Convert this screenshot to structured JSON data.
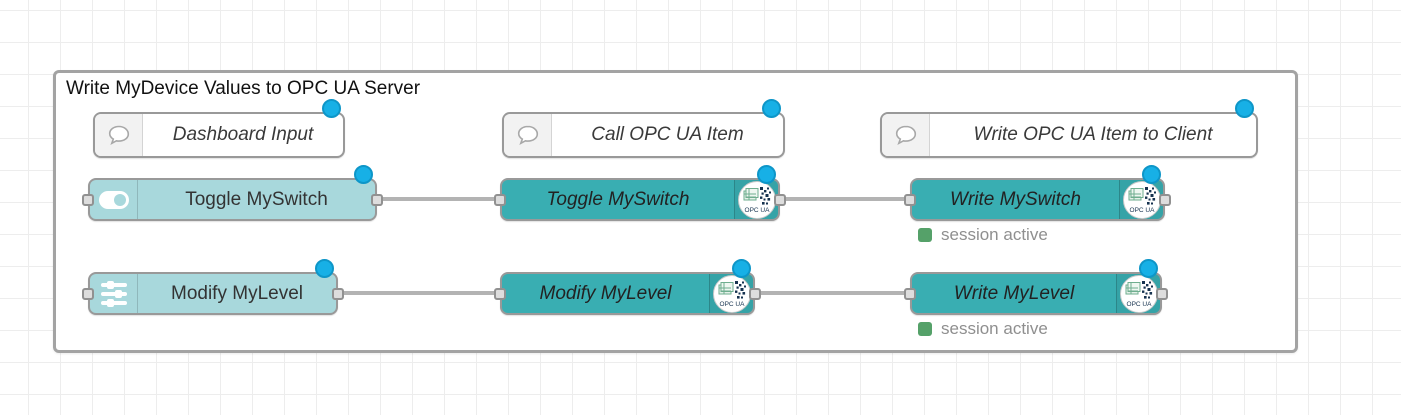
{
  "group": {
    "title": "Write MyDevice Values to OPC UA Server"
  },
  "comments": [
    {
      "label": "Dashboard Input"
    },
    {
      "label": "Call OPC UA Item"
    },
    {
      "label": "Write OPC UA Item to Client"
    }
  ],
  "nodes": {
    "toggle_in": {
      "label": "Toggle MySwitch"
    },
    "modify_in": {
      "label": "Modify MyLevel"
    },
    "toggle_call": {
      "label": "Toggle MySwitch",
      "badge": "OPC UA"
    },
    "modify_call": {
      "label": "Modify MyLevel",
      "badge": "OPC UA"
    },
    "write_switch": {
      "label": "Write MySwitch",
      "badge": "OPC UA",
      "status": "session active"
    },
    "write_level": {
      "label": "Write MyLevel",
      "badge": "OPC UA",
      "status": "session active"
    }
  },
  "colors": {
    "node_light": "#a8d8dc",
    "node_teal": "#39aeb2",
    "changed_dot": "#17b0e6",
    "changed_dot_border": "#0e96c8",
    "status_green": "#55a169",
    "wire": "#b3b3b3",
    "grid": "#ededed",
    "node_border": "#999999"
  }
}
